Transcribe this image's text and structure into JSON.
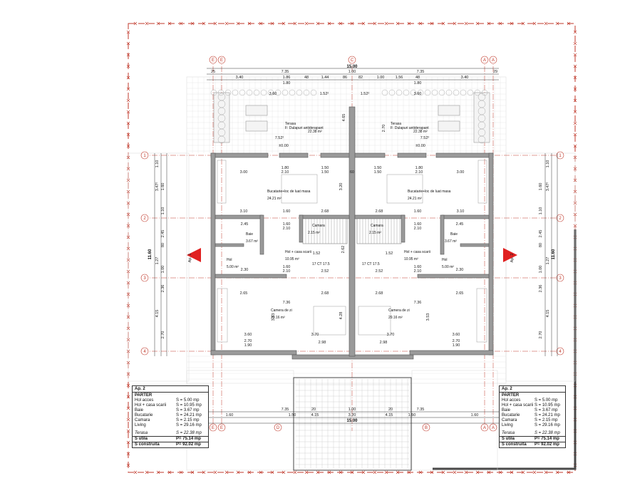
{
  "overall": {
    "width_top": "15.00",
    "width_bottom": "15.00",
    "depth_left": "11.60",
    "depth_right": "11.60"
  },
  "axes": {
    "vertical": [
      "E",
      "E",
      "C",
      "A",
      "A"
    ],
    "vertical_bottom": [
      "E",
      "E",
      "D",
      "B",
      "A",
      "A"
    ],
    "horizontal": [
      "1",
      "2",
      "3",
      "4"
    ]
  },
  "top_dims": {
    "row1": [
      "25",
      "7.35",
      "1.00",
      "7.35",
      "29"
    ],
    "row2": [
      "3.40",
      "1.86",
      "48",
      "1.44",
      "86",
      "82",
      "1.00",
      "1.56",
      "48",
      "3.40"
    ],
    "row3": [
      "1.80",
      "1.80"
    ],
    "row4": [
      "3.60",
      "1.52²",
      "1.52²",
      "3.60"
    ]
  },
  "terrace": {
    "title": "Terasa",
    "finish_left": "F: Dulapuri antiderapant",
    "finish_right": "F: Dulapuri antiderapant",
    "area": "22.38 m²",
    "left_dim": "7.52²",
    "right_dim": "7.52²",
    "level": "±0.00",
    "mid_dim": "4.65",
    "side_dim": "2.70"
  },
  "upper_dims": {
    "row_a": [
      "1.80",
      "1.50",
      "1.50",
      "1.80"
    ],
    "row_b": [
      "3.00",
      "2.10",
      "1.50",
      "60",
      "1.50",
      "2.10",
      "3.00"
    ],
    "center": "3.20",
    "row_c": [
      "3.10",
      "1.60",
      "2.68",
      "2.68",
      "1.60",
      "3.10"
    ],
    "row_d": [
      "2.45",
      "1.60",
      "2.10",
      "2.10",
      "1.60",
      "2.45"
    ],
    "row_e": [
      "1.52",
      "2.62",
      "1.52"
    ]
  },
  "rooms": {
    "kitchen_left": "Bucatarie+loc de luat masa",
    "kitchen_right": "Bucatarie+loc de luat masa",
    "kitchen_area": "24.21 m²",
    "bath_left": "Baie",
    "bath_right": "Baie",
    "bath_area": "3.67 m²",
    "storage_left": "Camara",
    "storage_right": "Camara",
    "storage_area": "2.15 m²",
    "hall_stairs_left": "Hol + casa scarii",
    "hall_stairs_right": "Hol + casa scarii",
    "hall_stairs_area": "10.95 m²",
    "hall_left": "Hol",
    "hall_right": "Hol",
    "hall_area": "5.00 m²",
    "living_left": "Camera de zi",
    "living_right": "Camera de zi",
    "living_area": "29.16 m²",
    "stair_note": "17 CT 17.5"
  },
  "lower_dims": {
    "row_a": [
      "2.30",
      "2.52",
      "2.52",
      "2.30"
    ],
    "row_b": [
      "1.60",
      "2.10",
      "2.10",
      "1.60"
    ],
    "row_c": [
      "2.65",
      "2.68",
      "2.68",
      "2.65"
    ],
    "row_d": [
      "7.36",
      "7.36"
    ],
    "center": "4.28",
    "left": "3.53",
    "right": "3.53",
    "row_e": [
      "3.60",
      "3.70",
      "3.70",
      "3.60"
    ],
    "row_f": [
      "2.70",
      "2.70"
    ],
    "row_g": [
      "1.90",
      "2.98",
      "2.98",
      "1.90"
    ]
  },
  "bottom_dims": {
    "row1": [
      "7.35",
      "20",
      "1.00",
      "20",
      "7.35"
    ],
    "row2": [
      "1.60",
      "1.50",
      "3.20",
      "1.50",
      "1.60"
    ],
    "row3": [
      "4.15",
      "4.15"
    ]
  },
  "side_dims": {
    "left": [
      "1.10",
      "3.47²",
      "1.60",
      "1.10",
      "2.45",
      "80",
      "1.27",
      "1.00",
      "2.36",
      "4.15",
      "2.70"
    ],
    "right": [
      "1.10",
      "3.47²",
      "1.60",
      "1.10",
      "2.45",
      "80",
      "1.27",
      "1.00",
      "2.36",
      "4.15",
      "2.70"
    ]
  },
  "markers": {
    "left": "Ap. 1",
    "right": "Ap. 2"
  },
  "table_left": {
    "apt": "Ap. 2",
    "floor": "PARTER",
    "rows": [
      {
        "name": "Hol acces",
        "val": "S = 5.00 mp"
      },
      {
        "name": "Hol + casa scarii",
        "val": "S = 10.95 mp"
      },
      {
        "name": "Baie",
        "val": "S = 3.67 mp"
      },
      {
        "name": "Bucatarie",
        "val": "S = 24.21 mp"
      },
      {
        "name": "Camara",
        "val": "S = 2.15 mp"
      },
      {
        "name": "Living",
        "val": "S = 29.16 mp"
      }
    ],
    "terrace": {
      "name": "Terasa",
      "val": "S = 22.38 mp"
    },
    "useful": {
      "name": "S utila",
      "val": "P= 75.14 mp"
    },
    "built": {
      "name": "S construita",
      "val": "P= 92.02 mp"
    }
  },
  "table_right": {
    "apt": "Ap. 2",
    "floor": "PARTER",
    "rows": [
      {
        "name": "Hol acces",
        "val": "S = 5.00 mp"
      },
      {
        "name": "Hol + casa scarii",
        "val": "S = 10.95 mp"
      },
      {
        "name": "Baie",
        "val": "S = 3.67 mp"
      },
      {
        "name": "Bucatarie",
        "val": "S = 24.21 mp"
      },
      {
        "name": "Camara",
        "val": "S = 2.15 mp"
      },
      {
        "name": "Living",
        "val": "S = 29.16 mp"
      }
    ],
    "terrace": {
      "name": "Terasa",
      "val": "S = 22.38 mp"
    },
    "useful": {
      "name": "S utila",
      "val": "P= 75.14 mp"
    },
    "built": {
      "name": "S construita",
      "val": "P= 92.02 mp"
    }
  },
  "colors": {
    "property_line": "#c0392b",
    "wall": "#555555",
    "wall_fill": "#9a9a9a",
    "marker": "#e02020",
    "site_edge": "#4a4a4a",
    "paving": "#cfcfcf"
  }
}
